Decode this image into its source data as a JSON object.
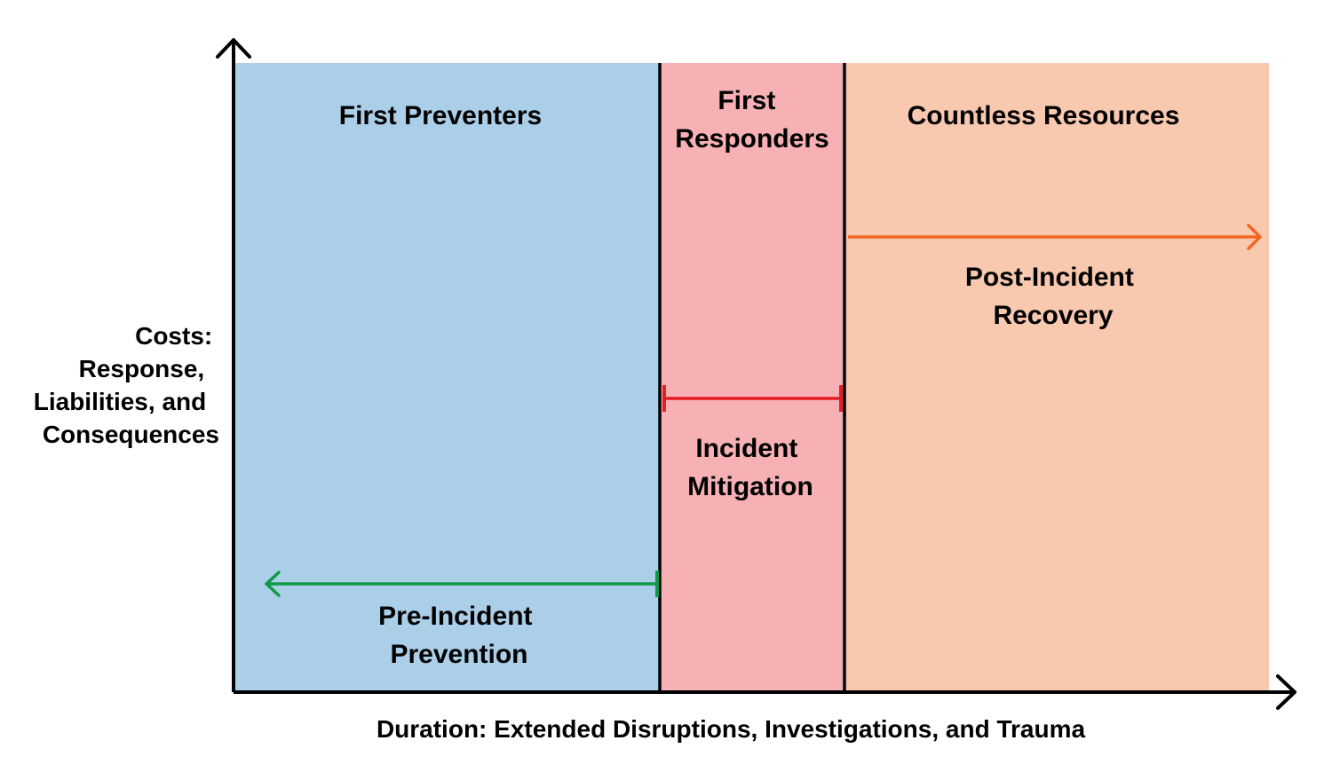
{
  "colors": {
    "prevention_zone": "#ABCFE8",
    "mitigation_zone": "#F7B1B4",
    "recovery_zone": "#F8C8AF",
    "prevention_arrow": "#0E9A48",
    "mitigation_arrow": "#E31E24",
    "recovery_arrow": "#F26522",
    "axis": "#000000"
  },
  "axes": {
    "y_label": [
      "Costs:",
      "Response,",
      "Liabilities, and",
      "Consequences"
    ],
    "x_label": "Duration: Extended Disruptions, Investigations, and Trauma"
  },
  "zones": {
    "prevention": {
      "header": [
        "First Preventers"
      ],
      "phase": [
        "Pre-Incident",
        "Prevention"
      ]
    },
    "mitigation": {
      "header": [
        "First",
        "Responders"
      ],
      "phase": [
        "Incident",
        "Mitigation"
      ]
    },
    "recovery": {
      "header": [
        "Countless Resources"
      ],
      "phase": [
        "Post-Incident",
        "Recovery"
      ]
    }
  }
}
